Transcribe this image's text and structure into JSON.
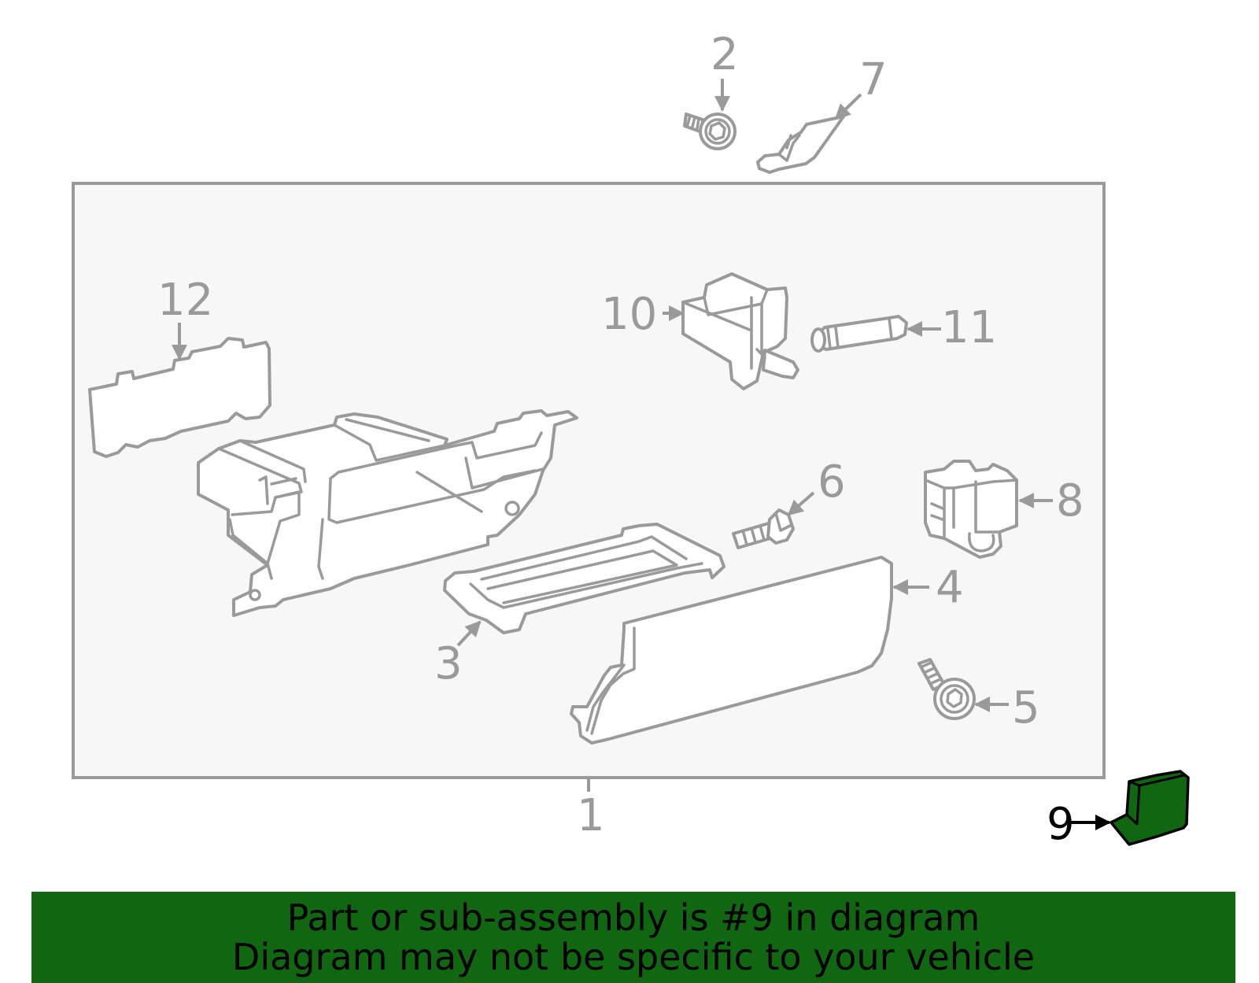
{
  "callouts": {
    "c1": "1",
    "c2": "2",
    "c3": "3",
    "c4": "4",
    "c5": "5",
    "c6": "6",
    "c7": "7",
    "c8": "8",
    "c9": "9",
    "c10": "10",
    "c11": "11",
    "c12": "12"
  },
  "highlight": {
    "part_number": "9",
    "color": "#116611"
  },
  "banner": {
    "line1": "Part or sub-assembly is #9 in diagram",
    "line2": "Diagram may not be specific to your vehicle",
    "background": "#116611"
  }
}
